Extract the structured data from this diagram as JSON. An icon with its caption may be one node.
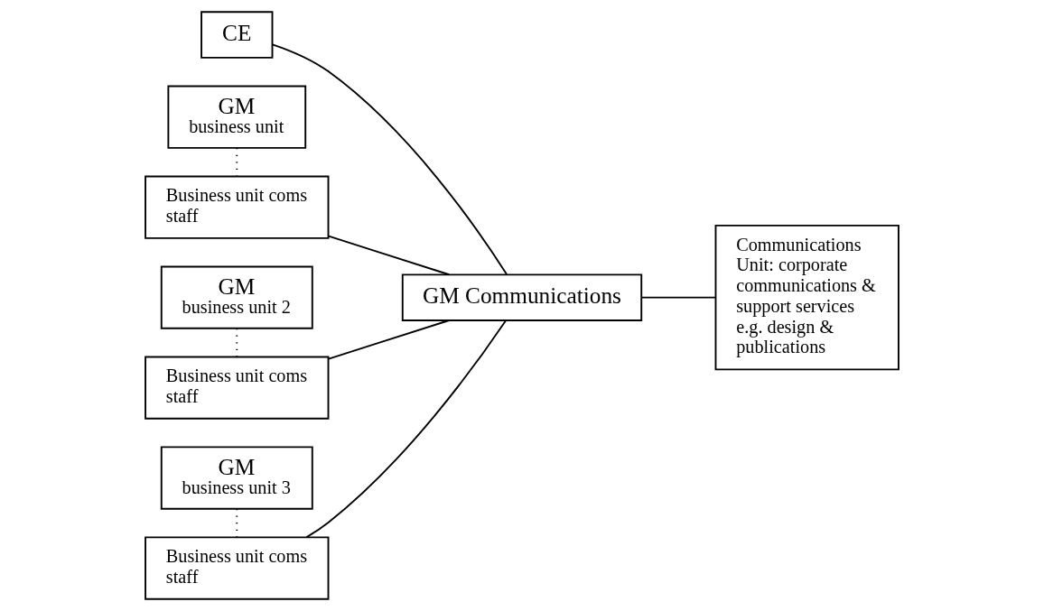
{
  "diagram": {
    "nodes": [
      {
        "text": [
          "CE"
        ]
      },
      {
        "text": [
          "GM",
          "business unit"
        ]
      },
      {
        "text": [
          "Business unit coms staff"
        ]
      },
      {
        "text": [
          "GM",
          "business unit 2"
        ]
      },
      {
        "text": [
          "Business unit coms staff"
        ]
      },
      {
        "text": [
          "GM",
          "business unit 3"
        ]
      },
      {
        "text": [
          "Business unit coms staff"
        ]
      },
      {
        "text": [
          "GM Communications"
        ]
      },
      {
        "text": [
          "Communications Unit: corporate communications & support services e.g. design & publications"
        ]
      }
    ],
    "edges": [
      {
        "from": 0,
        "to": 7,
        "arrow": "none"
      },
      {
        "from": 1,
        "to": 2,
        "arrow": "none",
        "style": "dashed"
      },
      {
        "from": 2,
        "to": 7,
        "arrow": "none"
      },
      {
        "from": 3,
        "to": 4,
        "arrow": "none",
        "style": "dashed"
      },
      {
        "from": 4,
        "to": 7,
        "arrow": "none"
      },
      {
        "from": 5,
        "to": 6,
        "arrow": "none",
        "style": "dashed"
      },
      {
        "from": 6,
        "to": 7,
        "arrow": "none"
      },
      {
        "from": 7,
        "to": 8,
        "arrow": "none"
      }
    ]
  }
}
